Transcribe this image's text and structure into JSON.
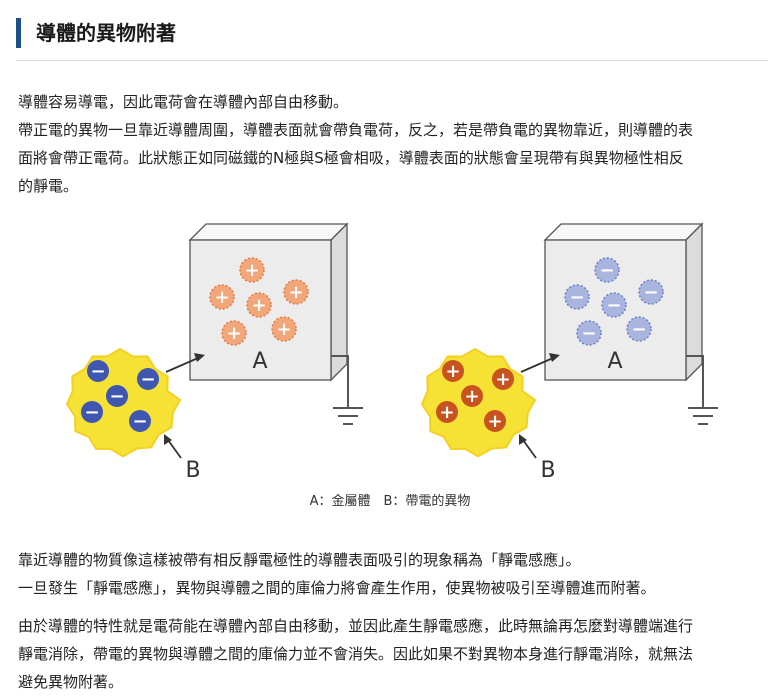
{
  "heading": {
    "title": "導體的異物附著"
  },
  "intro": [
    "導體容易導電，因此電荷會在導體內部自由移動。",
    "帶正電的異物一旦靠近導體周圍，導體表面就會帶負電荷，反之，若是帶負電的異物靠近，則導體的表",
    "面將會帶正電荷。此狀態正如同磁鐵的N極與S極會相吸，導體表面的狀態會呈現帶有與異物極性相反",
    "的靜電。"
  ],
  "figure": {
    "label_a": "A",
    "label_b": "B",
    "caption": "A：金屬體　B：帶電的異物",
    "plus_sign": "+",
    "minus_sign": "−",
    "colors": {
      "positive_fill": "#f2a77a",
      "positive_strong": "#c9531f",
      "negative_fill": "#a9b5df",
      "negative_strong": "#3f57b0",
      "burst": "#f6e235",
      "cube_face": "#ececec"
    }
  },
  "para2": [
    "靠近導體的物質像這樣被帶有相反靜電極性的導體表面吸引的現象稱為「靜電感應」。",
    "一旦發生「靜電感應」，異物與導體之間的庫倫力將會產生作用，使異物被吸引至導體進而附著。"
  ],
  "para3": [
    "由於導體的特性就是電荷能在導體內部自由移動，並因此產生靜電感應，此時無論再怎麼對導體端進行",
    "靜電消除，帶電的異物與導體之間的庫倫力並不會消失。因此如果不對異物本身進行靜電消除，就無法",
    "避免異物附著。"
  ]
}
